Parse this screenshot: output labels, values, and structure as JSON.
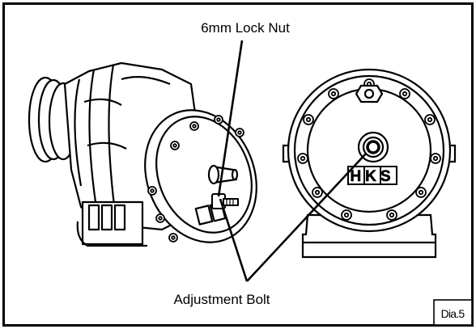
{
  "labels": {
    "lock_nut": "6mm Lock Nut",
    "adjust_bolt": "Adjustment Bolt",
    "dia": "Dia.5",
    "logo": "HKS"
  },
  "colors": {
    "ink": "#000000",
    "paper": "#ffffff"
  }
}
